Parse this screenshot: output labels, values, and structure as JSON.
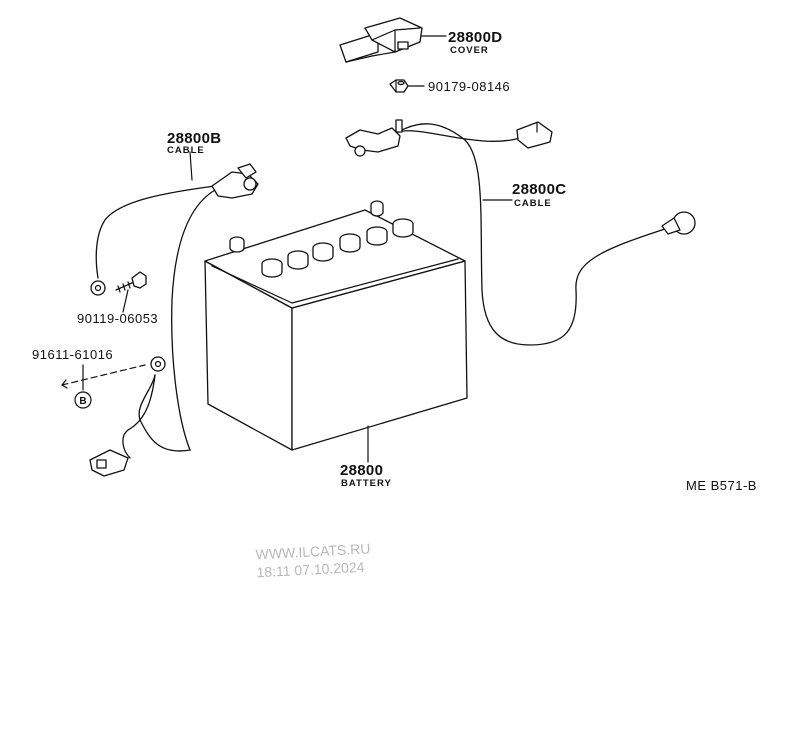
{
  "parts": {
    "cover": {
      "number": "28800D",
      "name": "COVER"
    },
    "nut": {
      "number": "90179-08146"
    },
    "cable_b": {
      "number": "28800B",
      "name": "CABLE"
    },
    "cable_c": {
      "number": "28800C",
      "name": "CABLE"
    },
    "bolt": {
      "number": "90119-06053"
    },
    "clip": {
      "number": "91611-61016",
      "ref": "B"
    },
    "battery": {
      "number": "28800",
      "name": "BATTERY"
    }
  },
  "diagram_code": "ME B571-B",
  "watermark": {
    "site": "WWW.ILCATS.RU",
    "timestamp": "18:11 07.10.2024"
  }
}
